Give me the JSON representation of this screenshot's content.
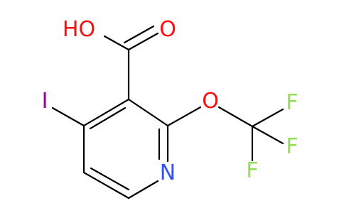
{
  "molecule": {
    "atoms": {
      "hydroxyl": "HO",
      "carbonyl_oxygen": "O",
      "iodine": "I",
      "ether_oxygen": "O",
      "ring_nitrogen": "N",
      "fluorine_1": "F",
      "fluorine_2": "F",
      "fluorine_3": "F"
    },
    "colors": {
      "bond": "#000000",
      "oxygen": "#ff0d0d",
      "nitrogen": "#3050f8",
      "iodine": "#940094",
      "fluorine": "#90e050"
    }
  }
}
